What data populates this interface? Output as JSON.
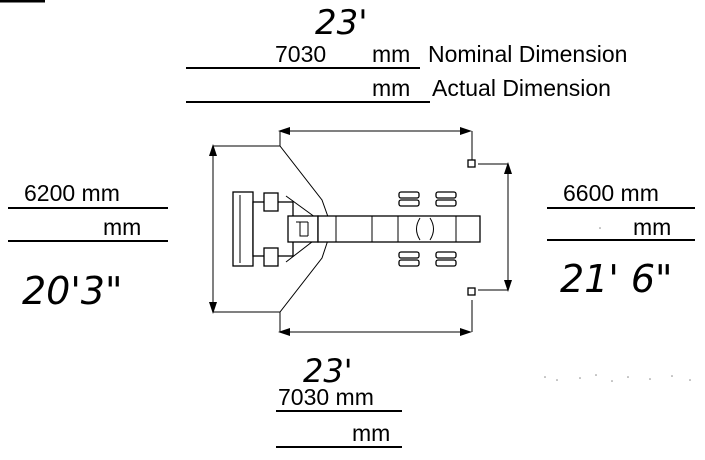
{
  "top": {
    "handwritten": "23'",
    "nominal_value": "7030",
    "nominal_unit": "mm",
    "nominal_label": "Nominal Dimension",
    "actual_unit": "mm",
    "actual_label": "Actual Dimension"
  },
  "left": {
    "nominal": "6200 mm",
    "actual": "mm",
    "handwritten": "20'3\""
  },
  "right": {
    "nominal": "6600 mm",
    "actual": "mm",
    "handwritten": "21' 6\""
  },
  "bottom": {
    "handwritten": "23'",
    "nominal": "7030 mm",
    "actual": "mm"
  }
}
